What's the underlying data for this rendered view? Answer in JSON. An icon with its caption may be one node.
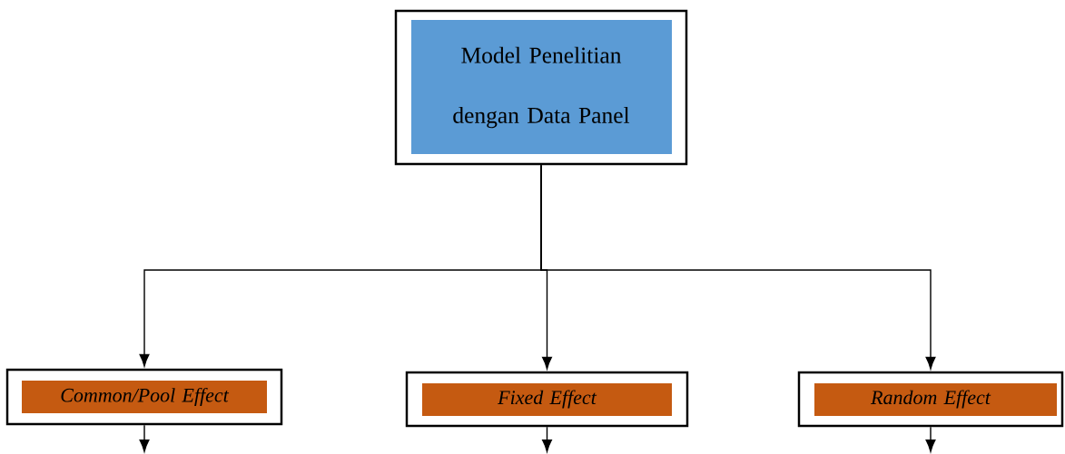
{
  "diagram": {
    "nodes": [
      {
        "text": [
          "Model Penelitian dengan Data Panel"
        ]
      },
      {
        "text": [
          "Common/Pool Effect"
        ]
      },
      {
        "text": [
          "Fixed Effect"
        ]
      },
      {
        "text": [
          "Random Effect"
        ]
      }
    ],
    "edges": [
      {
        "from": 0,
        "to": 1,
        "arrow": "to"
      },
      {
        "from": 0,
        "to": 2,
        "arrow": "to"
      },
      {
        "from": 0,
        "to": 3,
        "arrow": "to"
      },
      {
        "from": 1,
        "to": null,
        "arrow": "to"
      },
      {
        "from": 2,
        "to": null,
        "arrow": "to"
      },
      {
        "from": 3,
        "to": null,
        "arrow": "to"
      }
    ]
  }
}
